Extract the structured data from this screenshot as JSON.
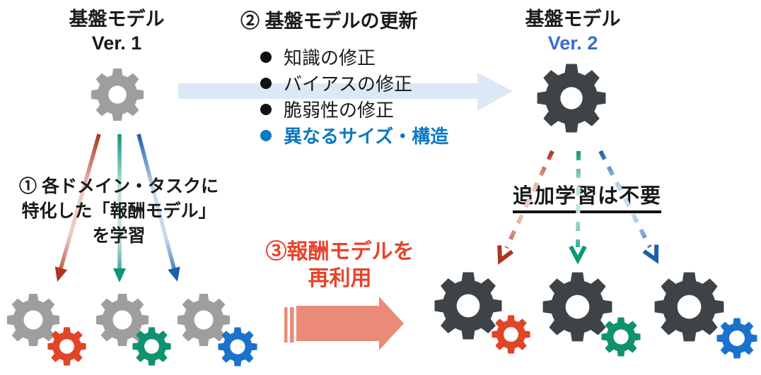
{
  "left_model": {
    "title": "基盤モデル",
    "version": "Ver. 1"
  },
  "right_model": {
    "title": "基盤モデル",
    "version": "Ver. 2"
  },
  "step1": {
    "line1": "① 各ドメイン・タスクに",
    "line2": "特化した「報酬モデル」",
    "line3": "を学習"
  },
  "step2": {
    "title": "② 基盤モデルの更新",
    "bullets": [
      {
        "label": "知識の修正"
      },
      {
        "label": "バイアスの修正"
      },
      {
        "label": "脆弱性の修正"
      },
      {
        "label": "異なるサイズ・構造"
      }
    ]
  },
  "step3": {
    "line1": "③報酬モデルを",
    "line2": "再利用"
  },
  "right_note": "追加学習は不要",
  "icons": {
    "foundation_model_v1": "gear-icon",
    "foundation_model_v2": "gear-icon",
    "base_model_copy": "gear-icon",
    "reward_model_red": "gear-icon",
    "reward_model_green": "gear-icon",
    "reward_model_blue": "gear-icon",
    "update_arrow": "arrow-right-icon",
    "reuse_arrow": "arrow-right-icon",
    "train_arrows": "arrow-down-icon",
    "no_train_arrows": "dashed-arrow-down-icon"
  },
  "colors": {
    "text": "#1a1a1a",
    "gear_gray": "#9E9E9E",
    "gear_dark": "#3E4347",
    "gear_red": "#E04527",
    "gear_green": "#10916F",
    "gear_blue": "#1B72CC",
    "version2_blue": "#3D6CC8",
    "bullet_highlight_blue": "#0B78C4",
    "step3_red": "#E8432C",
    "reuse_arrow_salmon": "#EA8B78",
    "update_arrow_lightblue": "#DCE8F5",
    "arrow_red": "#AC3420",
    "arrow_green": "#0E9678",
    "arrow_blue": "#1C5FAC"
  }
}
